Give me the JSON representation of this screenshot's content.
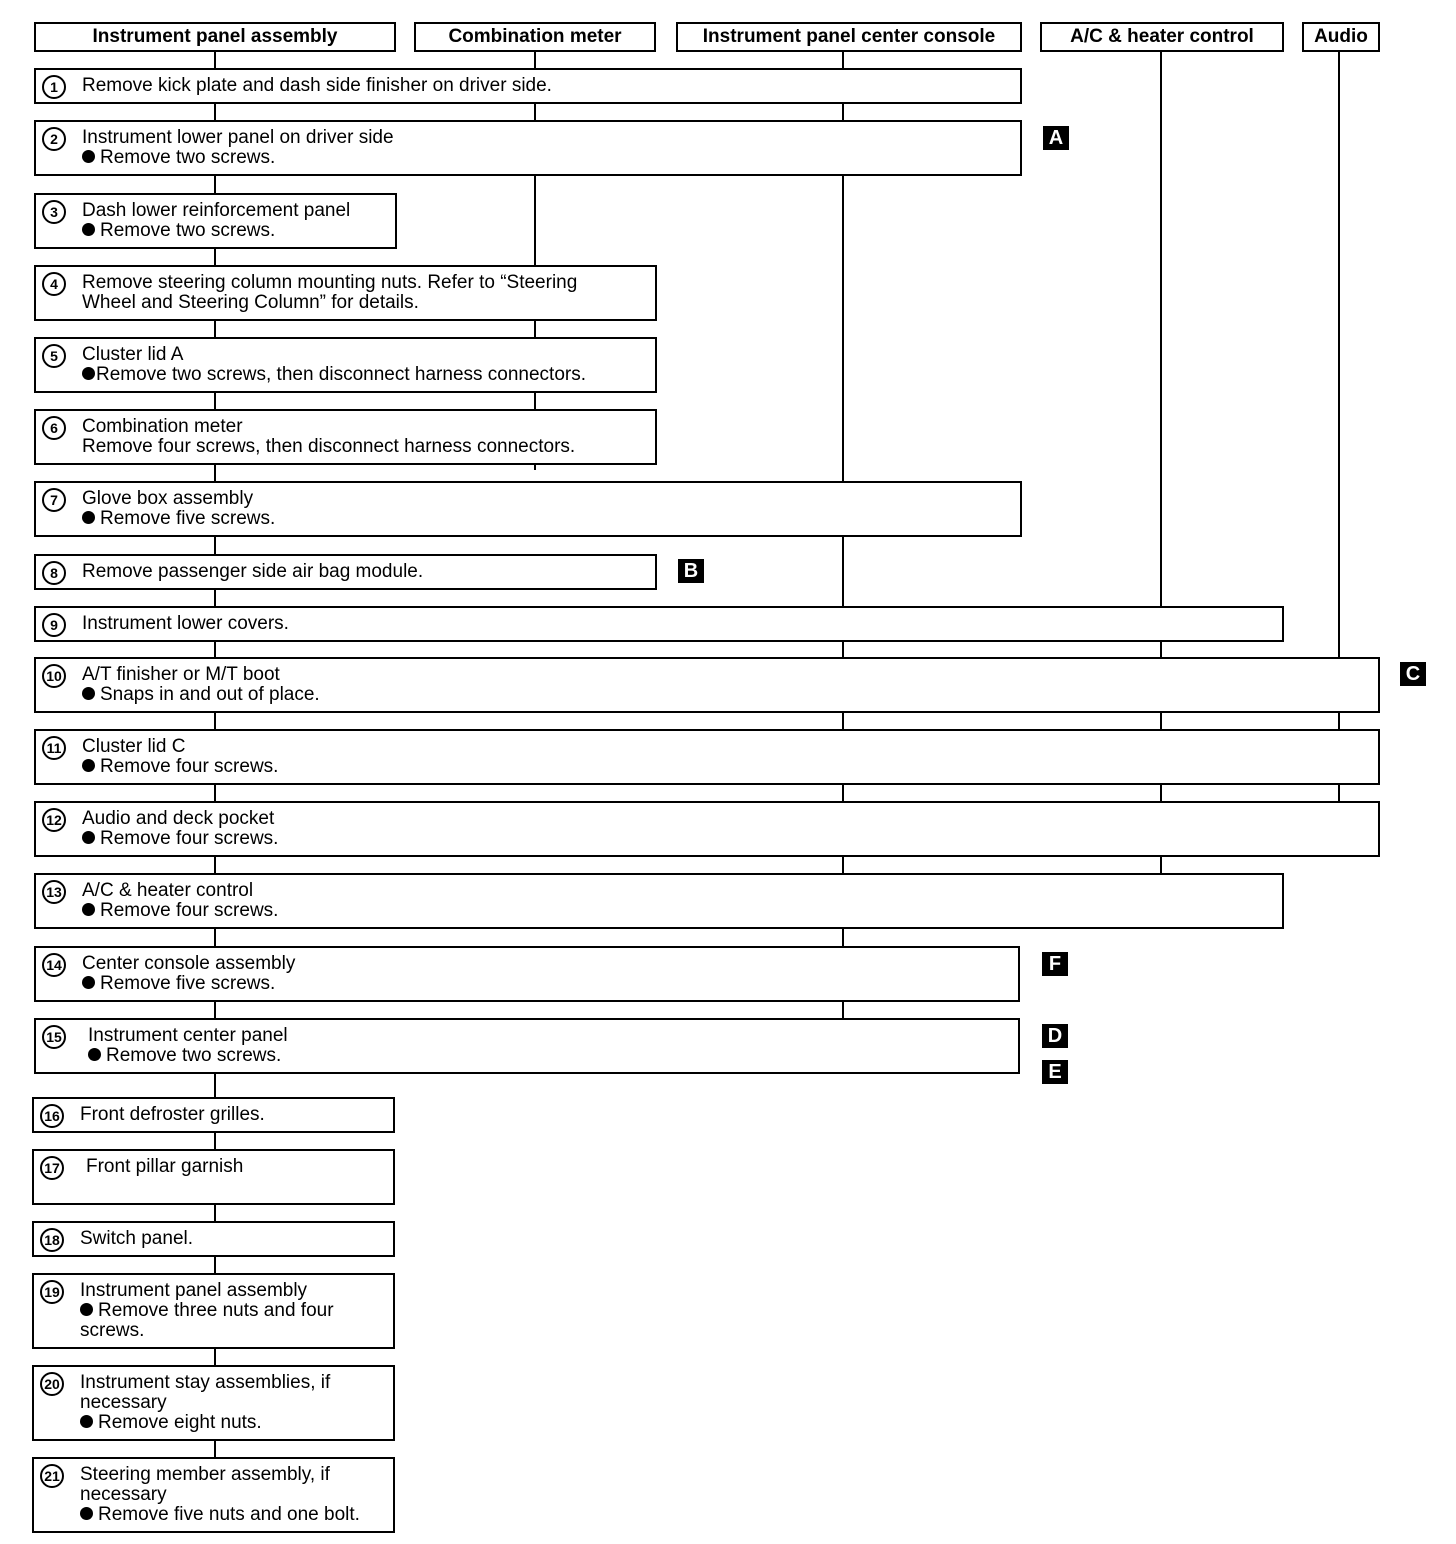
{
  "headers": [
    "Instrument panel assembly",
    "Combination meter",
    "Instrument panel center console",
    "A/C & heater control",
    "Audio"
  ],
  "steps": [
    {
      "number": "1",
      "lines": [
        {
          "text": "Remove kick plate and dash side finisher on driver side."
        }
      ]
    },
    {
      "number": "2",
      "lines": [
        {
          "text": "Instrument lower panel on driver side"
        },
        {
          "text": "Remove two screws.",
          "bullet": true
        }
      ],
      "ref": "A"
    },
    {
      "number": "3",
      "lines": [
        {
          "text": "Dash lower reinforcement panel"
        },
        {
          "text": "Remove two screws.",
          "bullet": true
        }
      ]
    },
    {
      "number": "4",
      "lines": [
        {
          "text": "Remove steering column mounting nuts. Refer to “Steering"
        },
        {
          "text": "Wheel and Steering Column” for details."
        }
      ]
    },
    {
      "number": "5",
      "lines": [
        {
          "text": "Cluster lid A"
        },
        {
          "text": "Remove two screws, then disconnect harness connectors.",
          "bullet": true
        }
      ]
    },
    {
      "number": "6",
      "lines": [
        {
          "text": "Combination meter"
        },
        {
          "text": "Remove four screws, then disconnect harness connectors."
        }
      ]
    },
    {
      "number": "7",
      "lines": [
        {
          "text": "Glove box assembly"
        },
        {
          "text": "Remove five screws.",
          "bullet": true
        }
      ]
    },
    {
      "number": "8",
      "lines": [
        {
          "text": "Remove passenger side air bag module."
        }
      ],
      "ref": "B"
    },
    {
      "number": "9",
      "lines": [
        {
          "text": "Instrument lower covers."
        }
      ]
    },
    {
      "number": "10",
      "lines": [
        {
          "text": "A/T finisher or M/T boot"
        },
        {
          "text": "Snaps in and out of place.",
          "bullet": true
        }
      ],
      "ref": "C"
    },
    {
      "number": "11",
      "lines": [
        {
          "text": "Cluster lid C"
        },
        {
          "text": "Remove four screws.",
          "bullet": true
        }
      ]
    },
    {
      "number": "12",
      "lines": [
        {
          "text": "Audio and deck pocket"
        },
        {
          "text": "Remove four screws.",
          "bullet": true
        }
      ]
    },
    {
      "number": "13",
      "lines": [
        {
          "text": "A/C & heater control"
        },
        {
          "text": "Remove four screws.",
          "bullet": true
        }
      ]
    },
    {
      "number": "14",
      "lines": [
        {
          "text": "Center console assembly"
        },
        {
          "text": "Remove five screws.",
          "bullet": true
        }
      ],
      "ref": "F"
    },
    {
      "number": "15",
      "lines": [
        {
          "text": "Instrument center panel"
        },
        {
          "text": "Remove two screws.",
          "bullet": true
        }
      ],
      "ref": "D",
      "ref2": "E"
    },
    {
      "number": "16",
      "lines": [
        {
          "text": "Front defroster grilles."
        }
      ]
    },
    {
      "number": "17",
      "lines": [
        {
          "text": "Front pillar garnish"
        }
      ]
    },
    {
      "number": "18",
      "lines": [
        {
          "text": "Switch panel."
        }
      ]
    },
    {
      "number": "19",
      "lines": [
        {
          "text": "Instrument panel assembly"
        },
        {
          "text": "Remove three nuts and four",
          "bullet": true
        },
        {
          "text": "screws."
        }
      ]
    },
    {
      "number": "20",
      "lines": [
        {
          "text": "Instrument stay assemblies, if"
        },
        {
          "text": "necessary"
        },
        {
          "text": "Remove eight nuts.",
          "bullet": true
        }
      ]
    },
    {
      "number": "21",
      "lines": [
        {
          "text": "Steering member assembly, if"
        },
        {
          "text": "necessary"
        },
        {
          "text": "Remove five nuts and one bolt.",
          "bullet": true
        }
      ]
    }
  ]
}
